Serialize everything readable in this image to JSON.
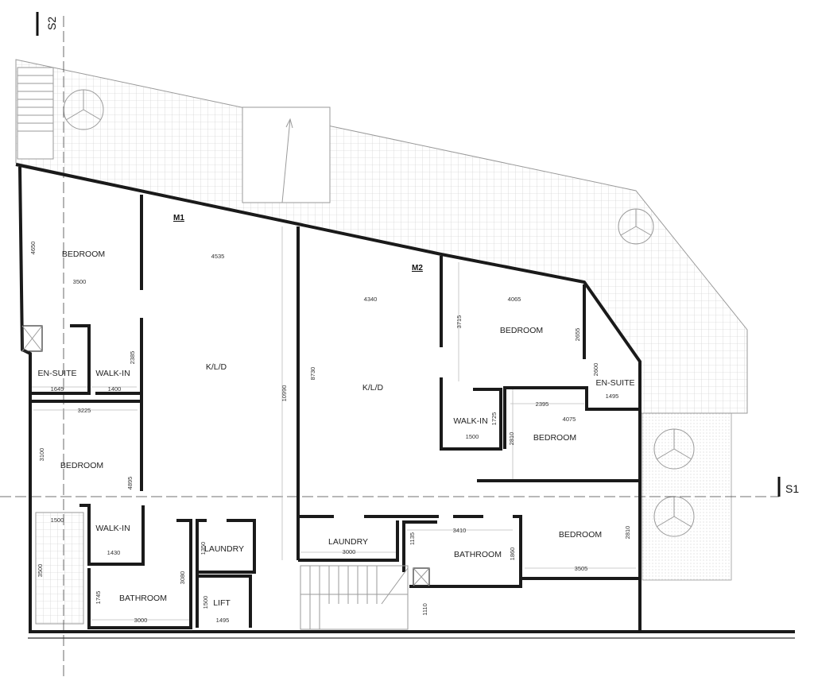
{
  "sections": {
    "s1": "S1",
    "s2": "S2"
  },
  "markers": {
    "m1": "M1",
    "m2": "M2"
  },
  "rooms": [
    "BEDROOM",
    "EN-SUITE",
    "WALK-IN",
    "K/L/D",
    "BEDROOM",
    "WALK-IN",
    "BATHROOM",
    "LAUNDRY",
    "LIFT",
    "K/L/D",
    "BEDROOM",
    "WALK-IN",
    "EN-SUITE",
    "BEDROOM",
    "LAUNDRY",
    "BATHROOM",
    "BEDROOM"
  ],
  "dimensions": [
    "4650",
    "3500",
    "4535",
    "2385",
    "1645",
    "1400",
    "10990",
    "3225",
    "3100",
    "4895",
    "1500",
    "1430",
    "3500",
    "1745",
    "3080",
    "3000",
    "1350",
    "1500",
    "1495",
    "8730",
    "4340",
    "3715",
    "4065",
    "2655",
    "2600",
    "1495",
    "2395",
    "4075",
    "1725",
    "2810",
    "1500",
    "3410",
    "1135",
    "3000",
    "1860",
    "3505",
    "2810",
    "1110"
  ],
  "colors": {
    "wall": "#1a1a1a",
    "dimension_tick": "#d03050",
    "hatch": "#9a9a9a"
  }
}
